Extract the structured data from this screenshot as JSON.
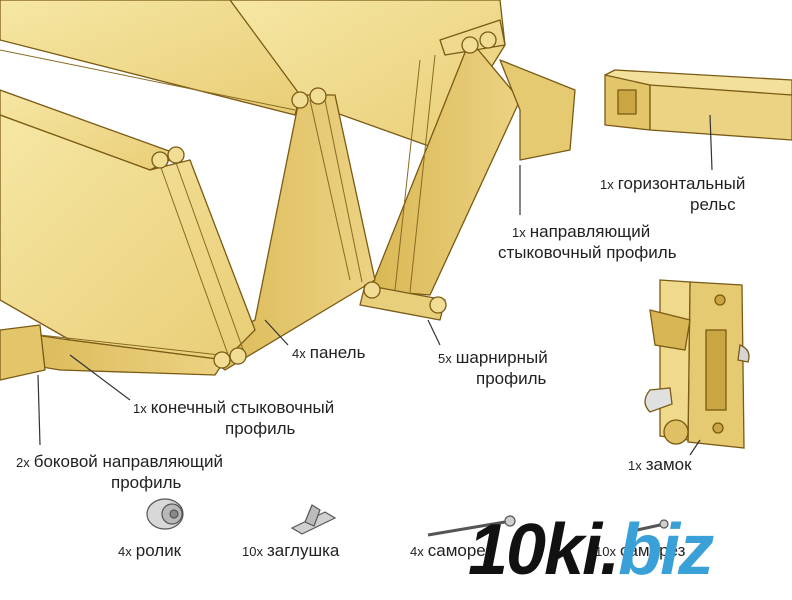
{
  "colors": {
    "wood_light": "#f0dc8c",
    "wood_mid": "#e3c56a",
    "wood_dark": "#c9a544",
    "outline": "#7a5a14",
    "watermark_blue": "#3aa0d8"
  },
  "labels": {
    "rail": {
      "qty": "1x",
      "line1": "горизонтальный",
      "line2": "рельс"
    },
    "guide_joint": {
      "qty": "1x",
      "line1": "направляющий",
      "line2": "стыковочный профиль"
    },
    "panel": {
      "qty": "4x",
      "line1": "панель"
    },
    "hinge": {
      "qty": "5x",
      "line1": "шарнирный",
      "line2": "профиль"
    },
    "end_joint": {
      "qty": "1x",
      "line1": "конечный стыковочный",
      "line2": "профиль"
    },
    "side_guide": {
      "qty": "2x",
      "line1": "боковой направляющий",
      "line2": "профиль"
    },
    "lock": {
      "qty": "1x",
      "line1": "замок"
    },
    "roller": {
      "qty": "4x",
      "line1": "ролик"
    },
    "plug": {
      "qty": "10x",
      "line1": "заглушка"
    },
    "screw1": {
      "qty": "4x",
      "line1": "саморез"
    },
    "screw2": {
      "qty": "10x",
      "line1": "саморез"
    }
  },
  "watermark": {
    "part1": "10ki.",
    "part2": "biz"
  }
}
